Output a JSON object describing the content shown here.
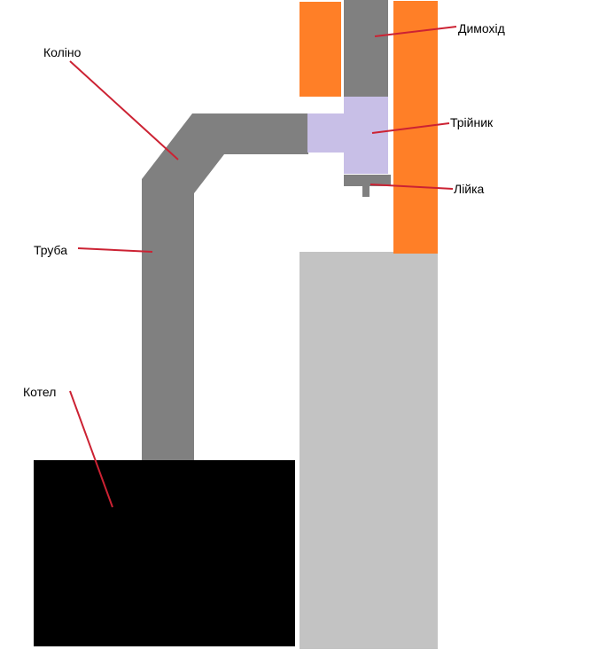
{
  "labels": {
    "chimney": "Димохід",
    "tee": "Трійник",
    "funnel": "Лійка",
    "elbow": "Коліно",
    "pipe": "Труба",
    "boiler": "Котел"
  },
  "colors": {
    "background": "#ffffff",
    "pipe": "#808080",
    "tee": "#c8bfe7",
    "brick": "#ff7f27",
    "wall": "#c3c3c3",
    "boiler": "#000000",
    "leader": "#cc2233",
    "text": "#000000"
  }
}
